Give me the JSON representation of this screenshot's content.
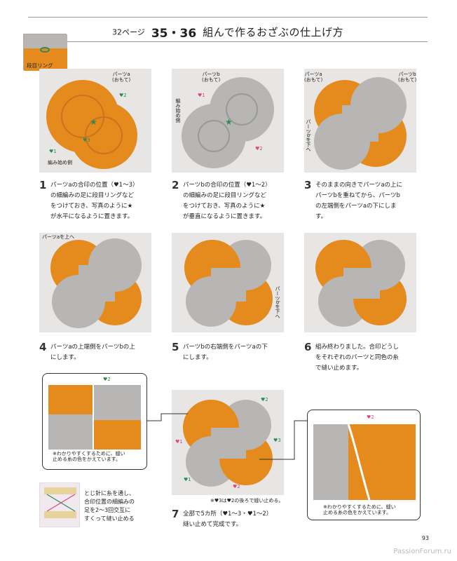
{
  "header": {
    "page_ref": "32ページ",
    "pattern_no": "35・36",
    "title": "組んで作るおざぶの仕上げ方"
  },
  "labels": {
    "ring": "段目リング",
    "part_a_front": "パーツa\n(おもて)",
    "part_b_front": "パーツb\n(おもて)",
    "start_side": "編み始め側",
    "start_side_v": "編み始め側",
    "part_b_under": "パーツbを下へ",
    "part_a_over": "パーツaを上へ",
    "h1": "♥1",
    "h2": "♥2",
    "h3": "♥3",
    "star": "★"
  },
  "steps": [
    {
      "num": "1",
      "text": "パーツaの合印の位置（♥1〜3）\nの細編みの足に段目リングなど\nをつけておき、写真のように★\nが水平になるように置きます。"
    },
    {
      "num": "2",
      "text": "パーツbの合印の位置（♥1〜2）\nの細編みの足に段目リングなど\nをつけておき、写真のように★\nが垂直になるように置きます。"
    },
    {
      "num": "3",
      "text": "そのままの向きでパーツaの上に\nパーツbを重ねてから、パーツb\nの左端側をパーツaの下にしま\nす。"
    },
    {
      "num": "4",
      "text": "パーツaの上端側をパーツbの上\nにします。"
    },
    {
      "num": "5",
      "text": "パーツbの右端側をパーツaの下\nにします。"
    },
    {
      "num": "6",
      "text": "組み終わりました。合印どうし\nをそれぞれのパーツと同色の糸\nで縫い止めます。"
    },
    {
      "num": "7",
      "text": "全部で5カ所（♥1〜3・♥1〜2）\n縫い止めて完成です。"
    }
  ],
  "notes": {
    "zoom_note": "※わかりやすくするために、縫い\n止める糸の色をかえています。",
    "sew_note": "※♥3は♥2の後ろで縫い止める。",
    "hint": "とじ針に糸を通し、\n合印位置の細編みの\n足を2〜3回交互に\nすくって縫い止める"
  },
  "footer": {
    "page_number": "93",
    "watermark": "PassionForum.ru"
  },
  "colors": {
    "orange": "#e58b1e",
    "gray": "#b7b6b4",
    "green_mark": "#2f8a57",
    "pink_mark": "#d9487e"
  }
}
